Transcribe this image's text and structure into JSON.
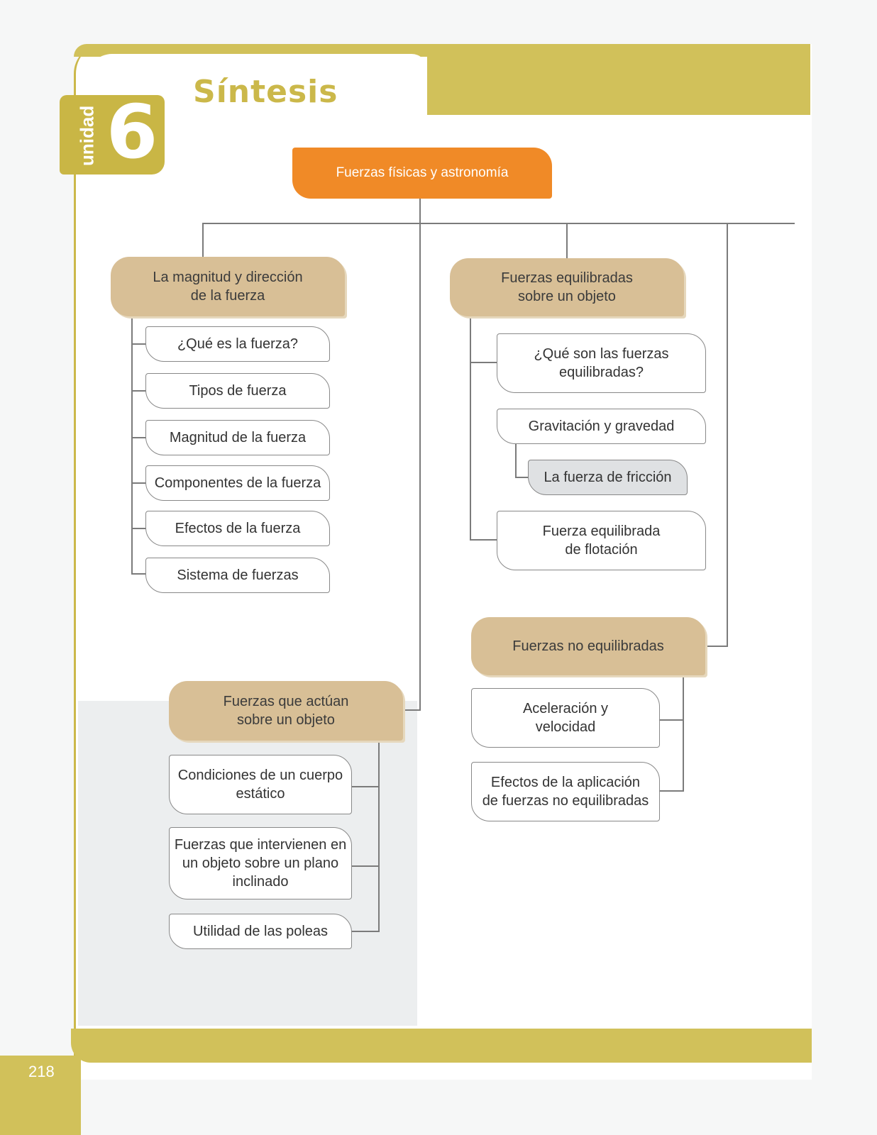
{
  "header": {
    "title": "Síntesis",
    "unit_label": "unidad",
    "unit_number": "6"
  },
  "footer": {
    "page_number": "218"
  },
  "diagram": {
    "root": "Fuerzas físicas y astronomía",
    "branches": [
      {
        "label": "La magnitud y dirección\nde la fuerza",
        "items": [
          "¿Qué es la fuerza?",
          "Tipos de fuerza",
          "Magnitud de la fuerza",
          "Componentes de la fuerza",
          "Efectos de la fuerza",
          "Sistema de fuerzas"
        ]
      },
      {
        "label": "Fuerzas equilibradas\nsobre un objeto",
        "items": [
          "¿Qué son las fuerzas\nequilibradas?",
          "Gravitación y gravedad",
          "La fuerza de fricción",
          "Fuerza equilibrada\nde flotación"
        ]
      },
      {
        "label": "Fuerzas no equilibradas",
        "items": [
          "Aceleración y\nvelocidad",
          "Efectos de la aplicación\nde fuerzas no equilibradas"
        ]
      },
      {
        "label": "Fuerzas que actúan\nsobre un objeto",
        "items": [
          "Condiciones de un cuerpo\nestático",
          "Fuerzas que intervienen en\nun objeto sobre un plano\ninclinado",
          "Utilidad de las poleas"
        ]
      }
    ]
  }
}
